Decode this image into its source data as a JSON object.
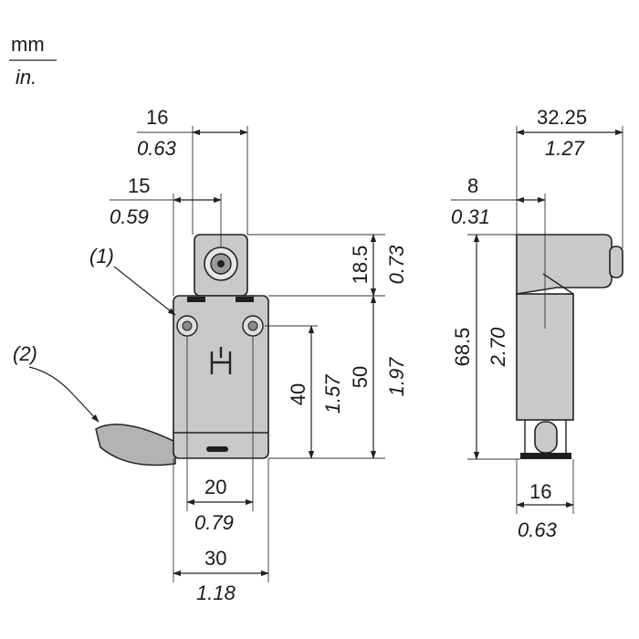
{
  "units": {
    "primary": "mm",
    "secondary": "in."
  },
  "callouts": {
    "c1": "(1)",
    "c2": "(2)"
  },
  "front_view": {
    "width_top_pin": {
      "mm": "16",
      "in": "0.63"
    },
    "offset_pin": {
      "mm": "15",
      "in": "0.59"
    },
    "head_height": {
      "mm": "18.5",
      "in": "0.73"
    },
    "mount_spacing_v": {
      "mm": "40",
      "in": "1.57"
    },
    "body_height": {
      "mm": "50",
      "in": "1.97"
    },
    "mount_spacing_h": {
      "mm": "20",
      "in": "0.79"
    },
    "body_width": {
      "mm": "30",
      "in": "1.18"
    }
  },
  "side_view": {
    "overall_depth": {
      "mm": "32.25",
      "in": "1.27"
    },
    "offset": {
      "mm": "8",
      "in": "0.31"
    },
    "total_height": {
      "mm": "68.5",
      "in": "2.70"
    },
    "bottom_width": {
      "mm": "16",
      "in": "0.63"
    }
  },
  "colors": {
    "body": "#c9c9c9",
    "lines": "#222222",
    "cable": "#b3b3b3"
  }
}
